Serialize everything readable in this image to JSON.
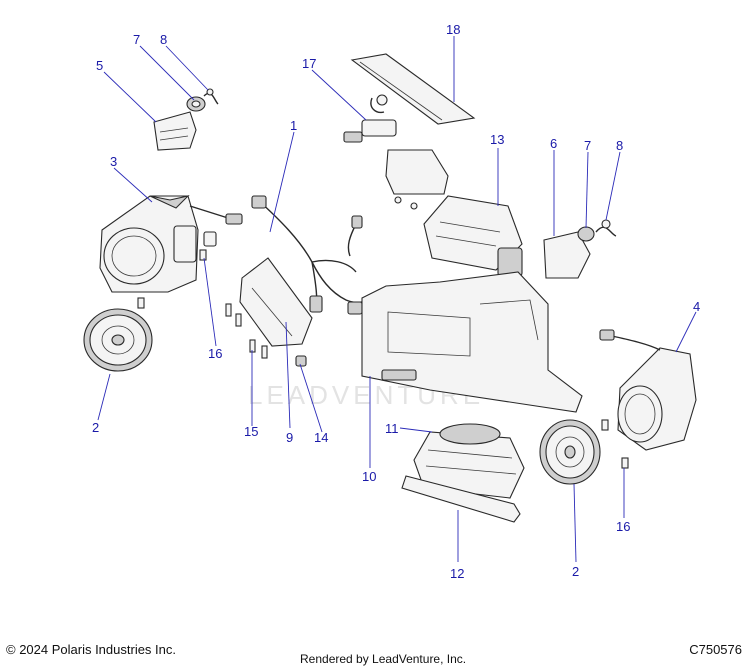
{
  "callouts": {
    "c1": "1",
    "c2a": "2",
    "c2b": "2",
    "c3": "3",
    "c4": "4",
    "c5": "5",
    "c6": "6",
    "c7a": "7",
    "c7b": "7",
    "c8a": "8",
    "c8b": "8",
    "c9": "9",
    "c10": "10",
    "c11": "11",
    "c12": "12",
    "c13": "13",
    "c14": "14",
    "c15": "15",
    "c16a": "16",
    "c16b": "16",
    "c17": "17",
    "c18": "18"
  },
  "watermark": "LEADVENTURE",
  "footer": {
    "copyright": "© 2024 Polaris Industries Inc.",
    "rendered_by": "Rendered by LeadVenture, Inc.",
    "figure_id": "C750576"
  },
  "colors": {
    "callout": "#1a1aa8",
    "line": "#2a2a2a"
  }
}
